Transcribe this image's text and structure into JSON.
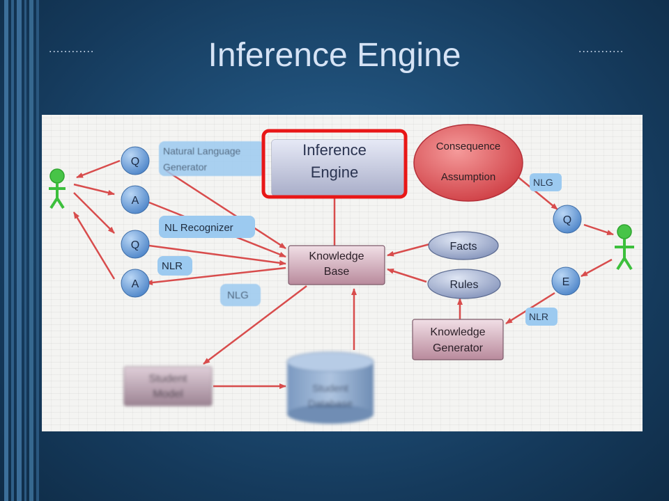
{
  "slide": {
    "title": "Inference Engine",
    "left_dots": "............",
    "right_dots": "............"
  },
  "diagram": {
    "inference_engine": {
      "line1": "Inference",
      "line2": "Engine"
    },
    "consequence": "Consequence",
    "assumption": "Assumption",
    "knowledge_base": {
      "line1": "Knowledge",
      "line2": "Base"
    },
    "facts": "Facts",
    "rules": "Rules",
    "knowledge_generator": {
      "line1": "Knowledge",
      "line2": "Generator"
    },
    "student_model": {
      "line1": "Student",
      "line2": "Model"
    },
    "student_database": {
      "line1": "Student",
      "line2": "Database"
    },
    "nodes_left": [
      "Q",
      "A",
      "Q",
      "A"
    ],
    "nodes_right": [
      "Q",
      "E"
    ],
    "labels": {
      "natural_language_generator": {
        "line1": "Natural Language",
        "line2": "Generator"
      },
      "nl_recognizer": "NL Recognizer",
      "nlr_left": "NLR",
      "nlg_left": "NLG",
      "nlg_right": "NLG",
      "nlr_right": "NLR"
    }
  },
  "colors": {
    "highlight": "#e81717",
    "arrow": "#d84c4c",
    "node_blue": "#5a8fd0",
    "label_bg": "#9ccaf0",
    "person": "#3cbf3c"
  }
}
